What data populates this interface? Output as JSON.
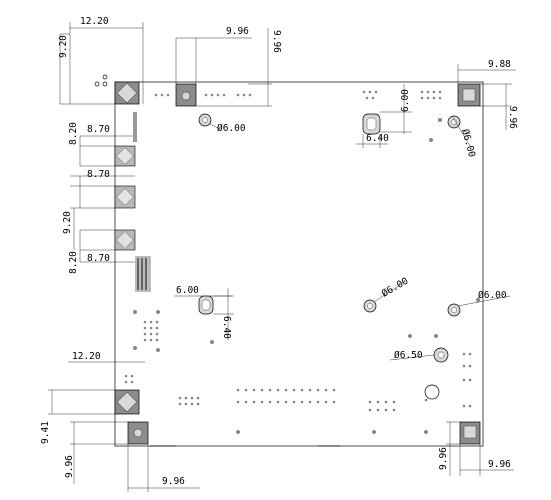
{
  "dimensions": {
    "top_left_width": "12.20",
    "top_left_height": "9.20",
    "top_pad_width": "9.96",
    "top_pad_height": "9.96",
    "top_right_width": "9.88",
    "top_right_height": "9.96",
    "left_connector_1": "8.70",
    "left_connector_1_height": "8.20",
    "left_connector_2": "8.70",
    "left_connector_2_height": "9.20",
    "left_connector_3": "8.70",
    "left_connector_3_height": "8.20",
    "upper_hole_dia": "Ø6.00",
    "upper_slot_width": "6.40",
    "upper_slot_height": "6.00",
    "right_top_hole_dia": "Ø6.00",
    "mid_left_slot_width": "6.00",
    "mid_left_slot_height": "6.40",
    "mid_hole_1_dia": "Ø6.00",
    "mid_hole_2_dia": "Ø6.00",
    "lower_hole_dia": "Ø6.50",
    "bottom_left_width": "12.20",
    "bottom_left_height": "9.41",
    "bottom_left_pad_height": "9.96",
    "bottom_left_pad_width": "9.96",
    "bottom_right_pad_height": "9.96",
    "bottom_right_pad_width": "9.96"
  },
  "colors": {
    "pad_fill": "#8c8c8c",
    "outline": "#000000",
    "component": "#9a9a9a"
  }
}
